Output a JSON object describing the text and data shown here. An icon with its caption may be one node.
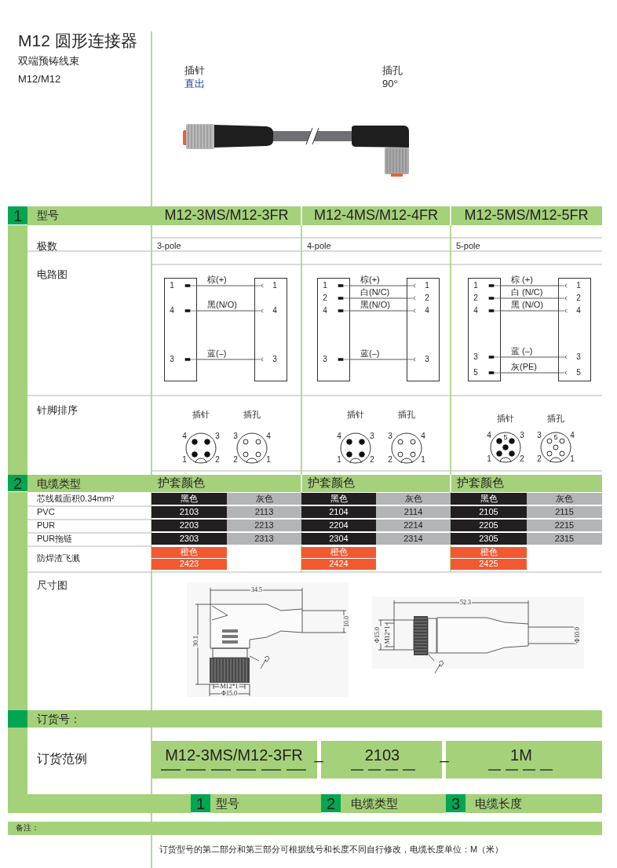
{
  "diagram": {
    "title": "M12 圆形连接器",
    "nodes": [
      {
        "text": [],
        "shape": "box"
      },
      {
        "text": [],
        "shape": "box"
      },
      {
        "text": [],
        "shape": "box"
      },
      {
        "text": [],
        "shape": "box"
      },
      {
        "text": [],
        "shape": "box"
      },
      {
        "text": [],
        "shape": "box"
      }
    ],
    "edges": [
      {
        "from": 0,
        "to": 1,
        "arrow": "other",
        "label": "棕(+)"
      },
      {
        "from": 0,
        "to": 1,
        "arrow": "other",
        "label": "黑(N/O)"
      },
      {
        "from": 0,
        "to": 1,
        "arrow": "other",
        "label": "蓝(–)"
      },
      {
        "from": 2,
        "to": 3,
        "arrow": "other",
        "label": "棕(+)"
      },
      {
        "from": 2,
        "to": 3,
        "arrow": "other",
        "label": "白(N/C)"
      },
      {
        "from": 2,
        "to": 3,
        "arrow": "other",
        "label": "黑(N/O)"
      },
      {
        "from": 2,
        "to": 3,
        "arrow": "other",
        "label": "蓝(–)"
      },
      {
        "from": 4,
        "to": 5,
        "arrow": "other",
        "label": "棕 (+)"
      },
      {
        "from": 4,
        "to": 5,
        "arrow": "other",
        "label": "白 (N/C)"
      },
      {
        "from": 4,
        "to": 5,
        "arrow": "other",
        "label": "黑 (N/O)"
      },
      {
        "from": 4,
        "to": 5,
        "arrow": "other",
        "label": "蓝 (–)"
      },
      {
        "from": 4,
        "to": 5,
        "arrow": "other",
        "label": "灰(PE)"
      }
    ],
    "labels": [
      "双端预铸线束",
      "M12/M12",
      "插针",
      "直出",
      "插孔",
      "90°",
      "1",
      "型号",
      "M12-3MS/M12-3FR",
      "M12-4MS/M12-4FR",
      "M12-5MS/M12-5FR",
      "极数",
      "3-pole",
      "4-pole",
      "5-pole",
      "电路图",
      "1",
      "4",
      "3",
      "1",
      "4",
      "3",
      "1",
      "2",
      "4",
      "3",
      "1",
      "2",
      "4",
      "3",
      "1",
      "2",
      "4",
      "3",
      "5",
      "1",
      "2",
      "4",
      "3",
      "5",
      "针脚排序",
      "插针",
      "插孔",
      "4",
      "3",
      "1",
      "2",
      "3",
      "4",
      "2",
      "1",
      "插针",
      "插孔",
      "4",
      "3",
      "1",
      "2",
      "3",
      "4",
      "2",
      "1",
      "插针",
      "插孔",
      "4",
      "5",
      "3",
      "1",
      "2",
      "3",
      "5",
      "4",
      "2",
      "1",
      "2",
      "电缆类型",
      "护套颜色",
      "护套颜色",
      "护套颜色",
      "芯线截面积0.34mm²",
      "黑色",
      "灰色",
      "黑色",
      "灰色",
      "黑色",
      "灰色",
      "PVC",
      "2103",
      "2113",
      "2104",
      "2114",
      "2105",
      "2115",
      "PUR",
      "2203",
      "2213",
      "2204",
      "2214",
      "2205",
      "2215",
      "PUR拖链",
      "2303",
      "2313",
      "2304",
      "2314",
      "2305",
      "2315",
      "防焊渣飞溅",
      "橙色",
      "橙色",
      "橙色",
      "2423",
      "2424",
      "2425",
      "尺寸图",
      "34.5",
      "30.1",
      "10.0",
      "M12*1",
      "Φ15.0",
      "52.3",
      "Φ15.0",
      "M12*1",
      "Φ10.0",
      "订货号：",
      "订货范例",
      "M12-3MS/M12-3FR",
      "_",
      "2103",
      "_",
      "1M",
      "1",
      "型号",
      "2",
      "电缆类型",
      "3",
      "电缆长度",
      "备注：",
      "订货型号的第二部分和第三部分可根据线号和长度不同自行修改，电缆长度单位：M（米）"
    ]
  }
}
